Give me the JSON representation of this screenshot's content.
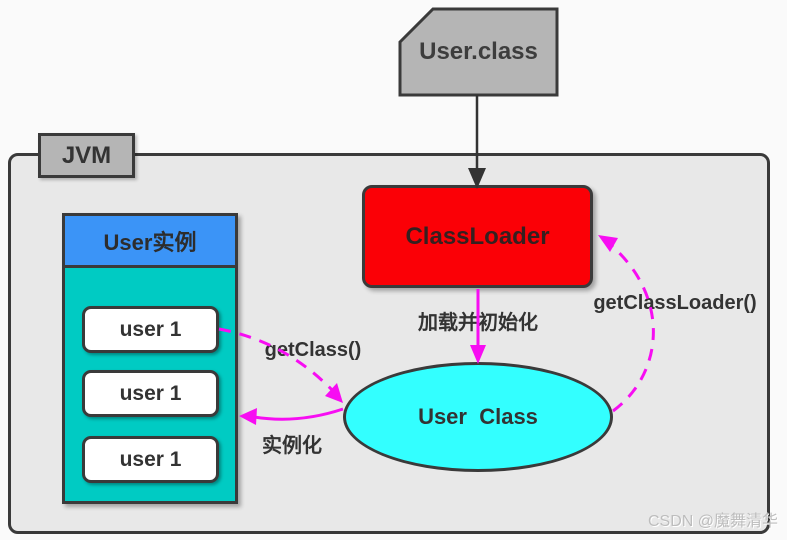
{
  "colors": {
    "page-bg": "#fafafa",
    "jvm-bg": "#e8e8e8",
    "border-dark": "#3a3a3a",
    "gray-fill": "#b5b5b5",
    "red": "#fb0006",
    "blue": "#3b94f7",
    "teal": "#00cbc3",
    "cyan": "#33ffff",
    "magenta": "#f70df2",
    "text-dark": "#333333",
    "watermark-gray": "#bdbdbd"
  },
  "outside": {
    "user_class_file": "User.class"
  },
  "jvm": {
    "label": "JVM",
    "classloader_label": "ClassLoader",
    "user_instances": {
      "header": "User实例",
      "items": [
        "user 1",
        "user 1",
        "user 1"
      ]
    },
    "user_class_label": "User  Class",
    "edges": {
      "load_init": "加载并初始化",
      "get_class": "getClass()",
      "get_classloader": "getClassLoader()",
      "instantiate": "实例化"
    }
  },
  "watermark": "CSDN @魔舞清华"
}
